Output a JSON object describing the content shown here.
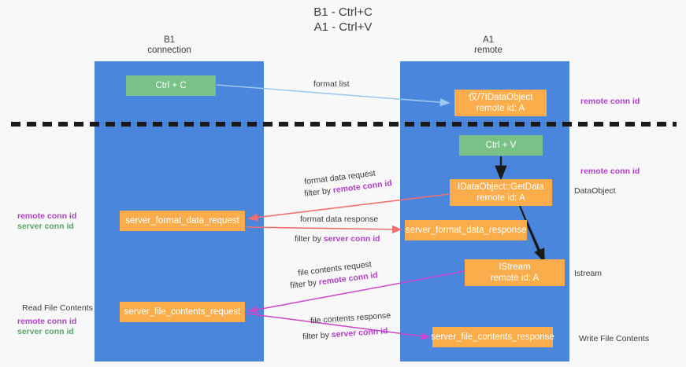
{
  "title": {
    "line1": "B1 - Ctrl+C",
    "line2": "A1 - Ctrl+V"
  },
  "lanes": [
    {
      "name": "B1",
      "sub": "connection",
      "color": "#4a86dc"
    },
    {
      "name": "A1",
      "sub": "remote",
      "color": "#4a86dc"
    }
  ],
  "nodes": {
    "ctrl_c": "Ctrl + C",
    "idataobject": "仅/7IDataObject\nremote id: A",
    "idataobject_l1": "仅/7IDataObject",
    "idataobject_l2": "remote id: A",
    "ctrl_v": "Ctrl + V",
    "getdata_l1": "IDataObject::GetData",
    "getdata_l2": "remote id: A",
    "server_format_data_request": "server_format_data_request",
    "server_format_data_response": "server_format_data_response",
    "istream_l1": "IStream",
    "istream_l2": "remote id: A",
    "server_file_contents_request": "server_file_contents_request",
    "server_file_contents_response": "server_file_contents_response"
  },
  "annotations": {
    "format_list": "format list",
    "format_data_request": "format data request",
    "format_data_filter_prefix": "filter by ",
    "format_data_filter_key": "remote conn id",
    "format_data_response": "format data response",
    "format_response_filter_prefix": "filter by ",
    "format_response_filter_key": "server conn id",
    "file_contents_request": "file contents request",
    "file_request_filter_prefix": "filter by ",
    "file_request_filter_key": "remote conn id",
    "file_contents_response": "file contents response",
    "file_response_filter_prefix": "filter by ",
    "file_response_filter_key": "server conn id"
  },
  "right_labels": {
    "remote_conn_id_top": "remote conn id",
    "remote_conn_id_mid": "remote conn id",
    "dataobject": "DataObject",
    "istream": "Istream",
    "write_file_contents": "Write File Contents"
  },
  "left_labels": {
    "remote_conn_id_mid": "remote conn id",
    "server_conn_id_mid": "server conn id",
    "read_file_contents": "Read File Contents",
    "remote_conn_id_bottom": "remote conn id",
    "server_conn_id_bottom": "server conn id"
  },
  "colors": {
    "lane": "#4a86dc",
    "green_node": "#79c187",
    "orange_node": "#fbad4b",
    "purple_text": "#b040c8",
    "green_text": "#5aa469",
    "red_arrow": "#ef6f6f",
    "magenta_arrow": "#cc44cc",
    "blue_arrow": "#9dc8ef",
    "black_arrow": "#1a1a1a",
    "background": "#f8f8f8"
  }
}
